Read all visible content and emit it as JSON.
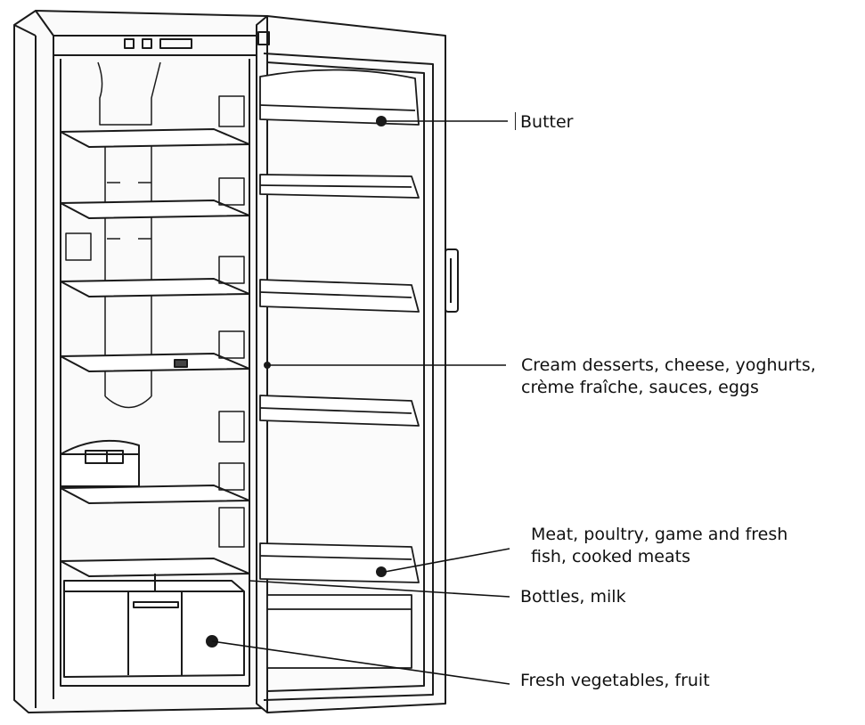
{
  "labels": {
    "butter": "Butter",
    "cream_line1": "Cream desserts, cheese, yoghurts,",
    "cream_line2": "crème fraîche, sauces, eggs",
    "meat_line1": "Meat, poultry, game and fresh",
    "meat_line2": "fish, cooked meats",
    "bottles": "Bottles, milk",
    "vegetables": "Fresh vegetables, fruit"
  },
  "colors": {
    "line": "#111111",
    "background": "#ffffff"
  }
}
